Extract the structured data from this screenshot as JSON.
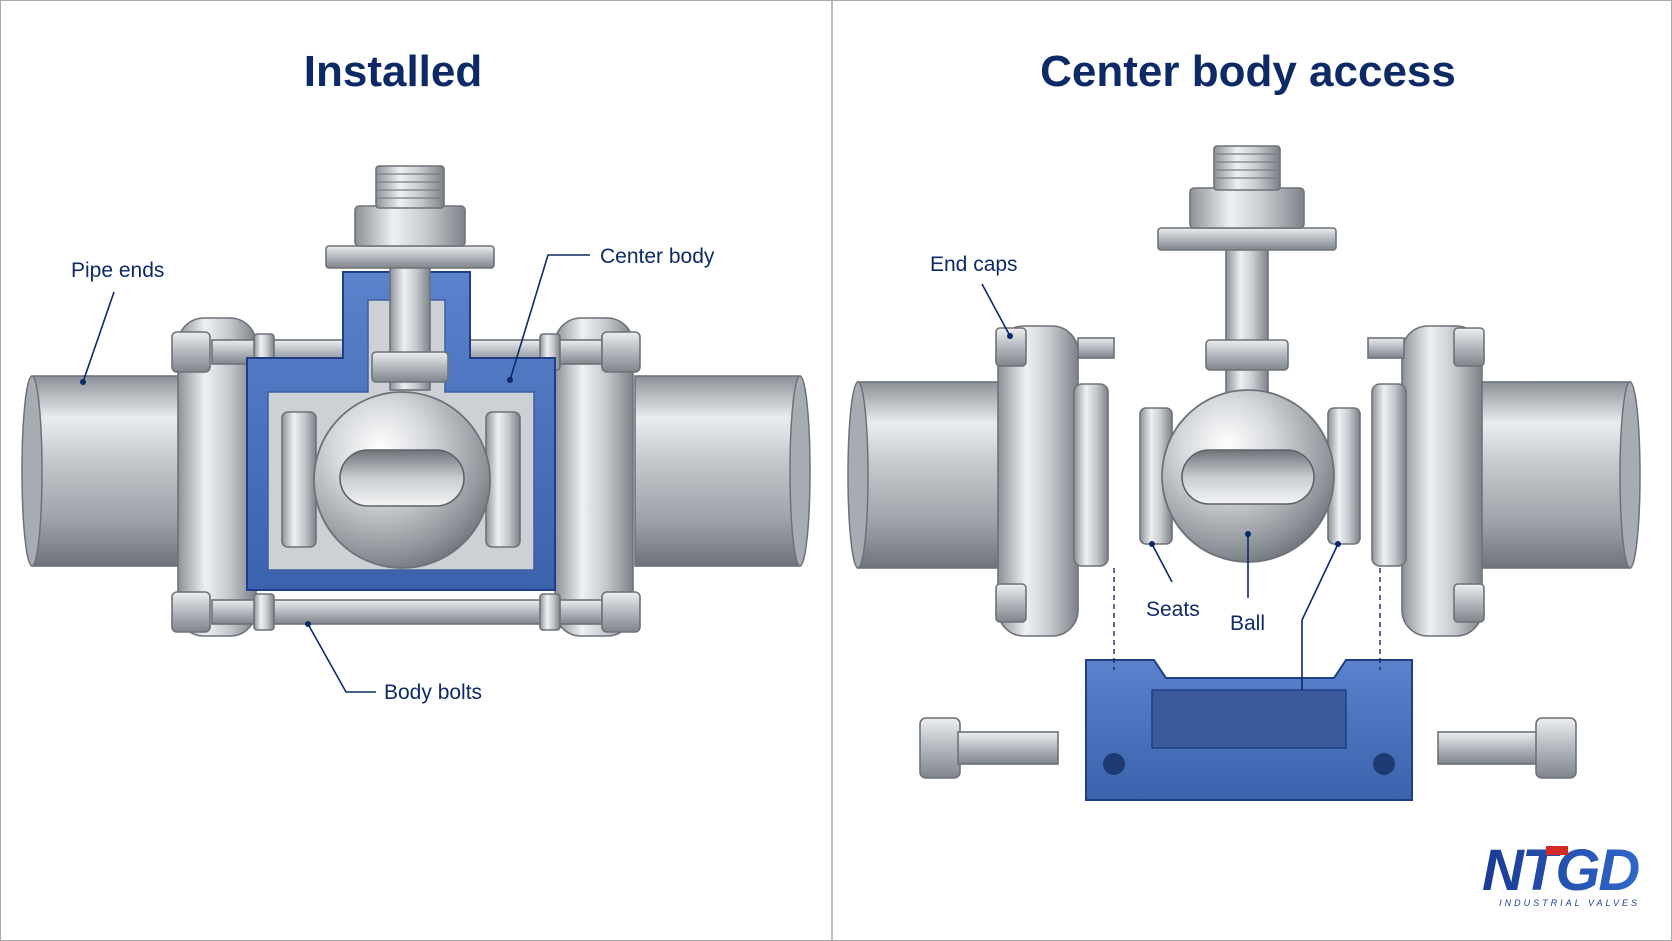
{
  "panels": [
    {
      "title": "Installed",
      "labels": {
        "pipe_ends": "Pipe ends",
        "center_body": "Center body",
        "body_bolts": "Body bolts"
      }
    },
    {
      "title": "Center body access",
      "labels": {
        "end_caps": "End caps",
        "seats": "Seats",
        "ball": "Ball"
      }
    }
  ],
  "logo": {
    "brand": "NTGD",
    "tagline": "INDUSTRIAL VALVES",
    "colors": {
      "primary": "#1f3f9a",
      "accent": "#d42a2a"
    }
  },
  "colors": {
    "title": "#0d2a66",
    "center_body": "#4a74c4",
    "metal": "#b9bec4",
    "divider": "#a9a9a9"
  }
}
